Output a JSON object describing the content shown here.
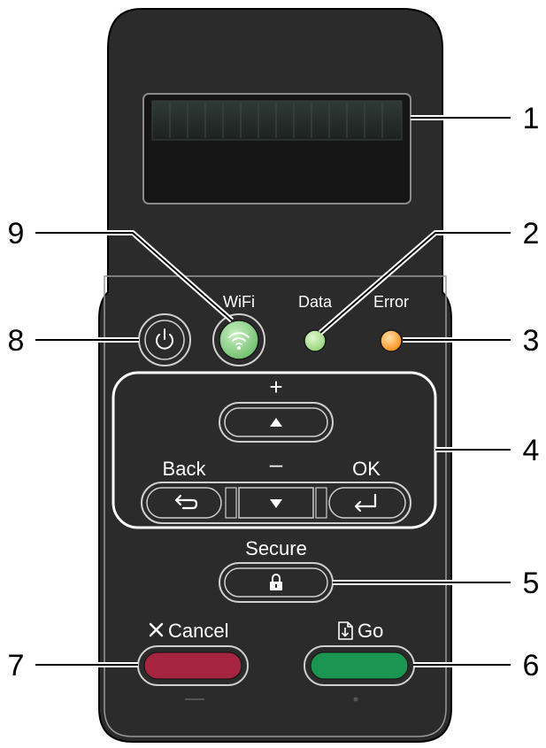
{
  "callouts": [
    "1",
    "2",
    "3",
    "4",
    "5",
    "6",
    "7",
    "8",
    "9"
  ],
  "labels": {
    "wifi": "WiFi",
    "data": "Data",
    "error": "Error",
    "plus": "+",
    "minus": "–",
    "back": "Back",
    "ok": "OK",
    "secure": "Secure",
    "cancel": "Cancel",
    "go": "Go"
  },
  "icons": {
    "power": "power-icon",
    "wifi": "wifi-icon",
    "up": "triangle-up-icon",
    "down": "triangle-down-icon",
    "back": "back-arrow-icon",
    "ok": "enter-arrow-icon",
    "secure": "padlock-icon",
    "cancel": "x-icon",
    "go": "document-download-icon"
  },
  "colors": {
    "panel": "#2b2b2b",
    "wifi_button": "#7fce7f",
    "data_led": "#a8e08c",
    "error_led": "#ff9a1f",
    "cancel_button": "#a5243f",
    "go_button": "#1a9652"
  }
}
